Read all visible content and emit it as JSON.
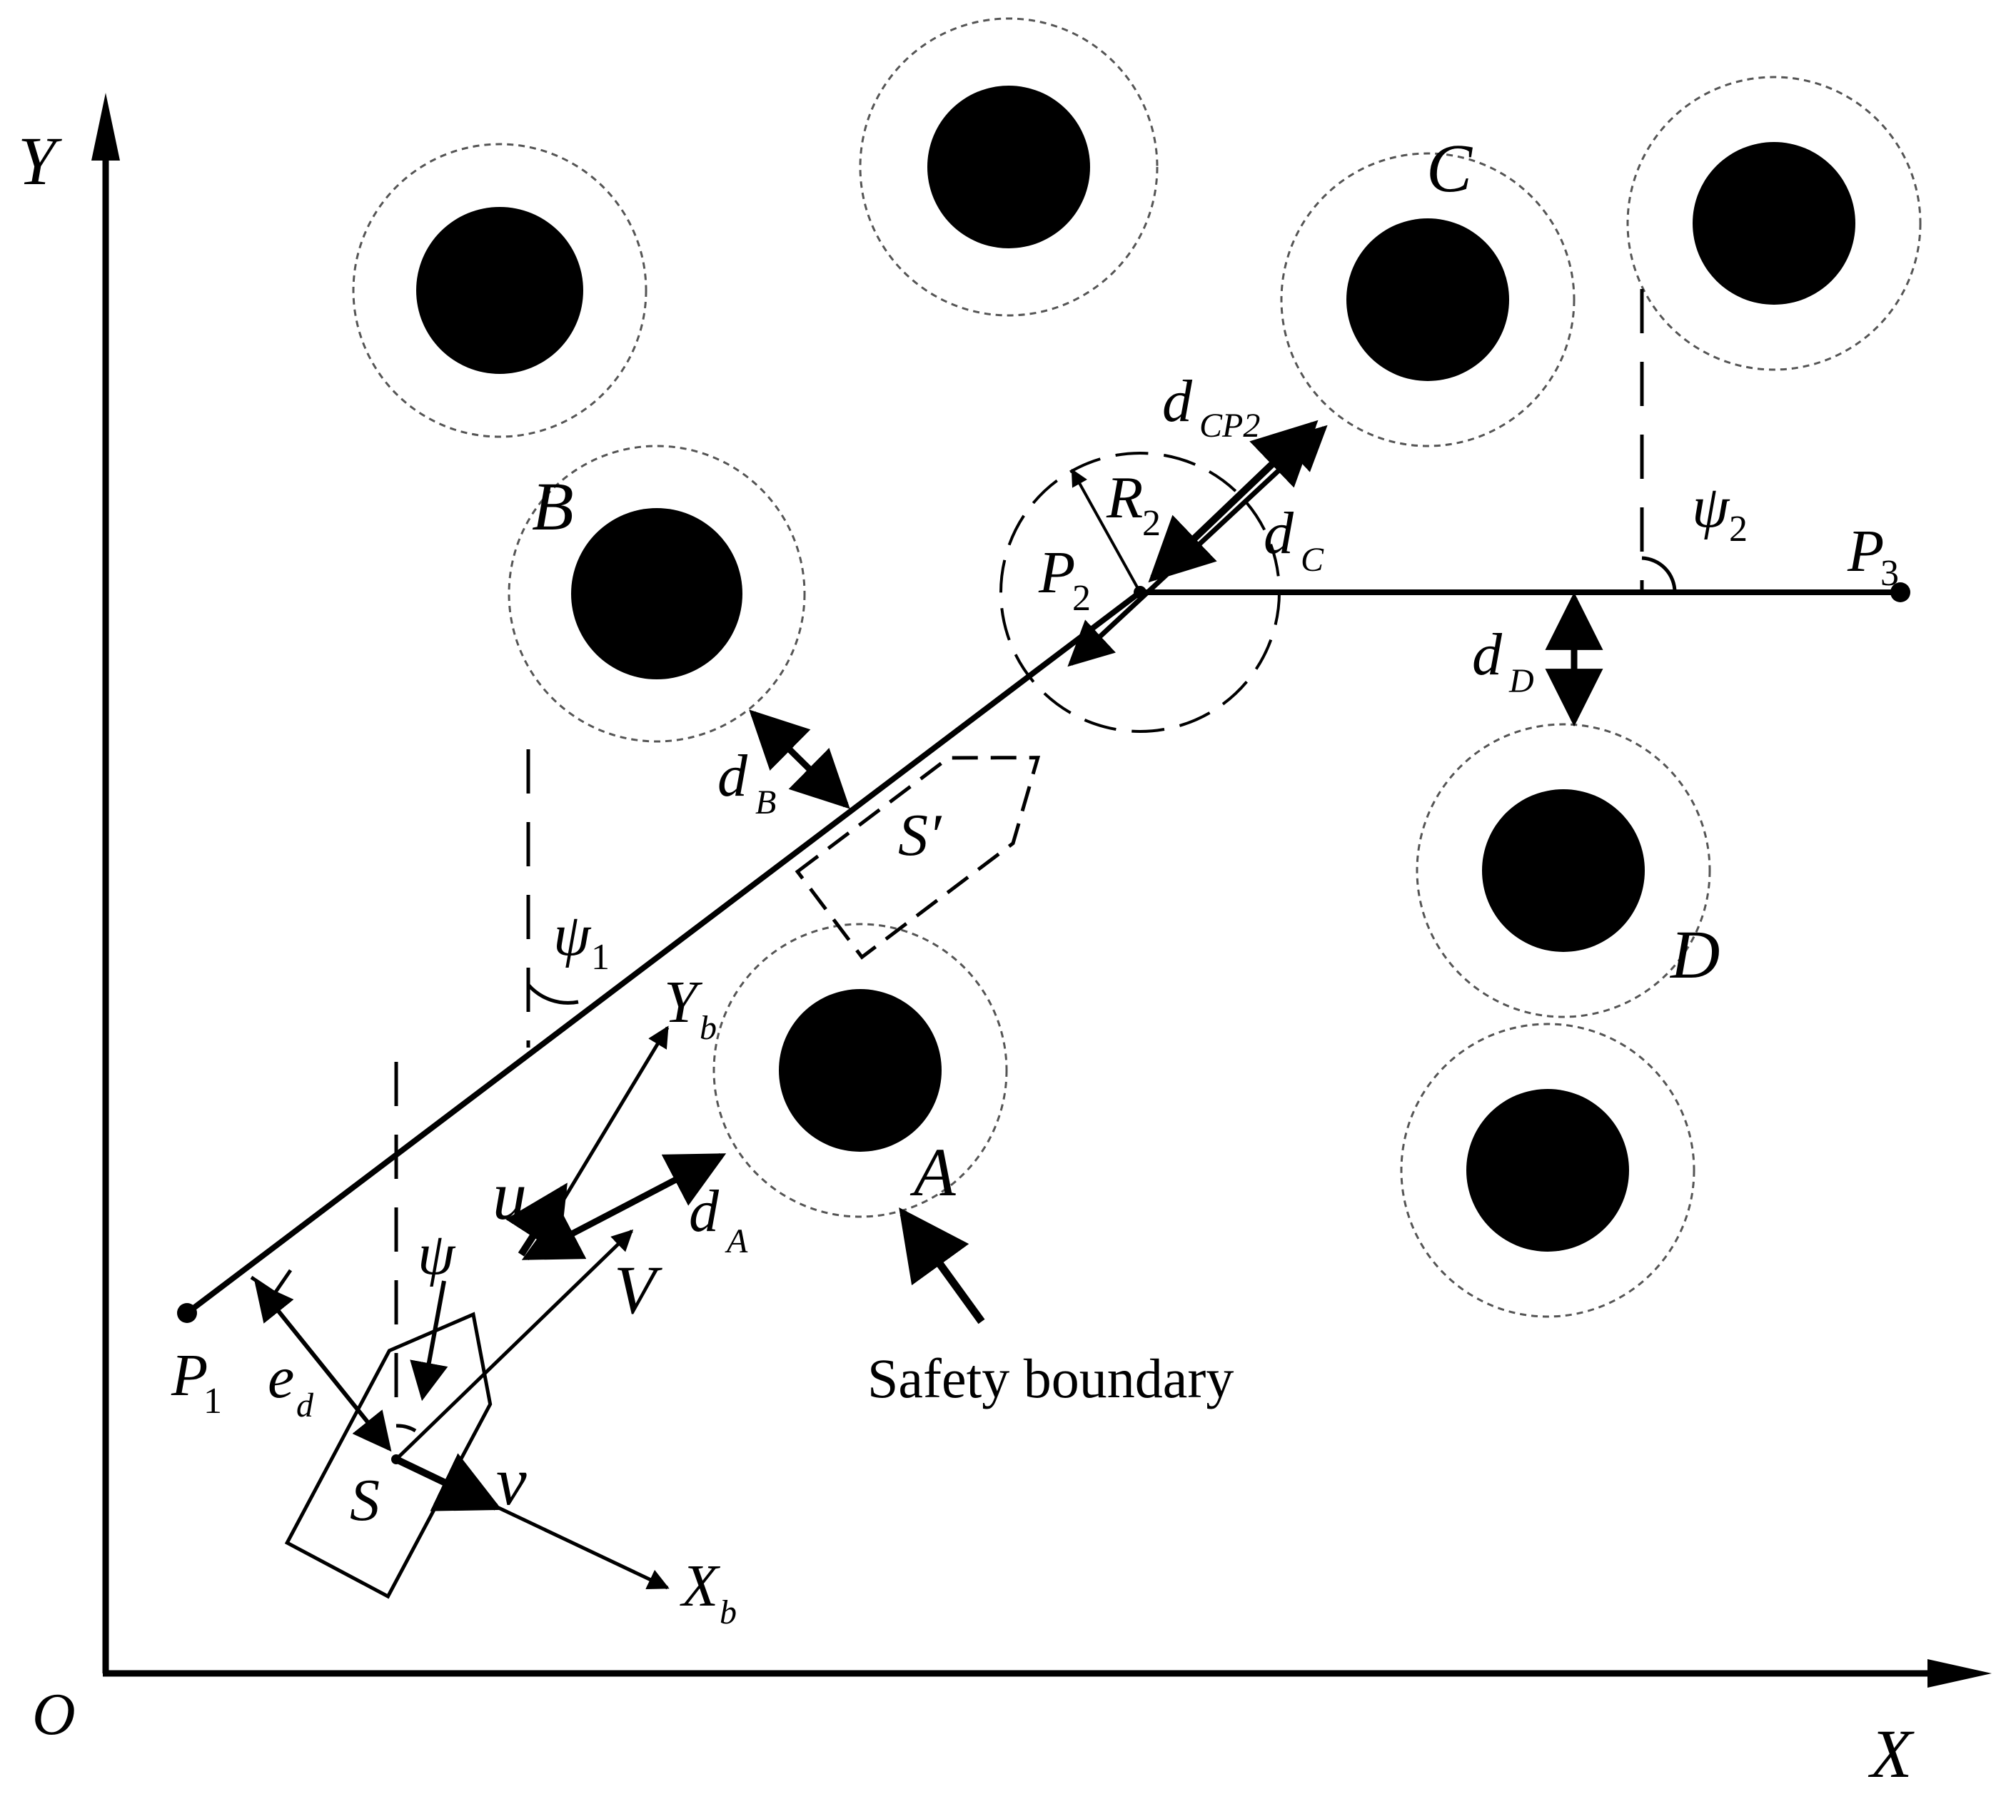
{
  "labels": {
    "axis_y": "Y",
    "axis_x": "X",
    "origin": "O",
    "obstacle_a": "A",
    "obstacle_b": "B",
    "obstacle_c": "C",
    "obstacle_d": "D",
    "waypoint_1": "P",
    "waypoint_1_sub": "1",
    "waypoint_2": "P",
    "waypoint_2_sub": "2",
    "waypoint_3": "P",
    "waypoint_3_sub": "3",
    "radius": "R",
    "radius_sub": "2",
    "heading_1": "ψ",
    "heading_1_sub": "1",
    "heading_2": "ψ",
    "heading_2_sub": "2",
    "heading": "ψ",
    "dist_a": "d",
    "dist_a_sub": "A",
    "dist_b": "d",
    "dist_b_sub": "B",
    "dist_c": "d",
    "dist_c_sub": "C",
    "dist_d": "d",
    "dist_d_sub": "D",
    "dist_cp2": "d",
    "dist_cp2_sub": "CP2",
    "cross_track": "e",
    "cross_track_sub": "d",
    "vessel": "S",
    "vessel_future": "S′",
    "surge": "u",
    "sway": "v",
    "speed": "V",
    "body_x": "X",
    "body_x_sub": "b",
    "body_y": "Y",
    "body_y_sub": "b",
    "safety_boundary": "Safety boundary"
  },
  "colors": {
    "ink": "#000000",
    "background": "#ffffff",
    "boundary": "#555555"
  }
}
